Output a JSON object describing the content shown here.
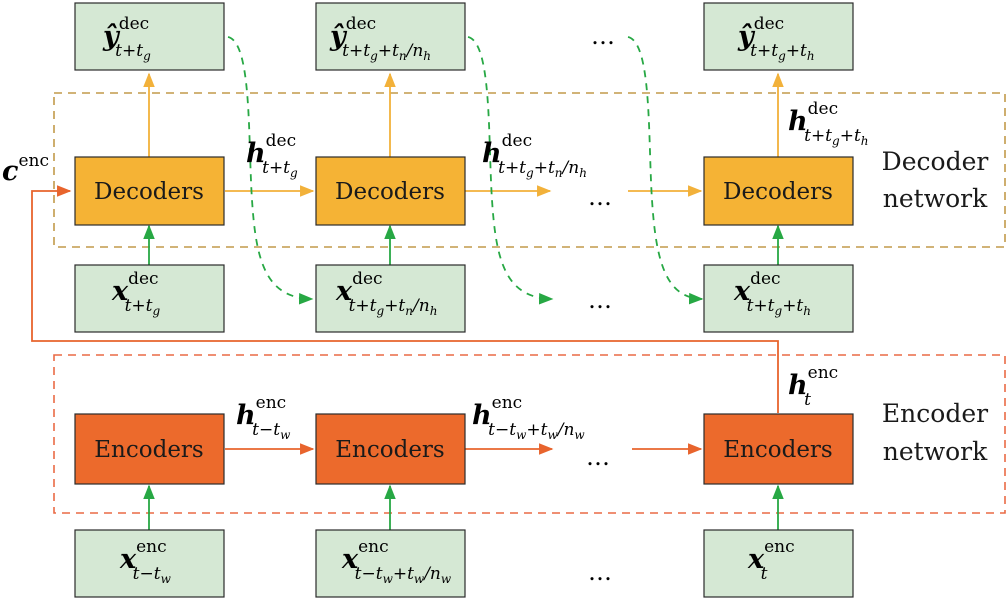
{
  "blocks": {
    "decoder_label": "Decoders",
    "encoder_label": "Encoders"
  },
  "networks": {
    "decoder_line1": "Decoder",
    "decoder_line2": "network",
    "encoder_line1": "Encoder",
    "encoder_line2": "network"
  },
  "ellipsis": "…",
  "symbols": {
    "y": "ŷ",
    "x": "x",
    "h": "h",
    "c": "c",
    "dec": "dec",
    "enc": "enc"
  },
  "subscripts": {
    "t_plus_tg": "t+t",
    "g": "g",
    "t_plus_tg_plus_tn_over_nh": "t+t",
    "tn_over_nh": "+t",
    "n": "n",
    "slash_n": "/n",
    "h": "h",
    "t_plus_tg_plus_th": "t+t",
    "plus_t": "+t",
    "t_minus_tw": "t−t",
    "w": "w",
    "plus_tw_over_nw": "+t",
    "t": "t"
  },
  "colors": {
    "decoder_fill": "#f5b335",
    "encoder_fill": "#ec6a2c",
    "io_fill": "#d5e8d4",
    "yellow_arrow": "#f2b13a",
    "orange_arrow": "#e8642d",
    "green_arrow": "#27a844"
  }
}
